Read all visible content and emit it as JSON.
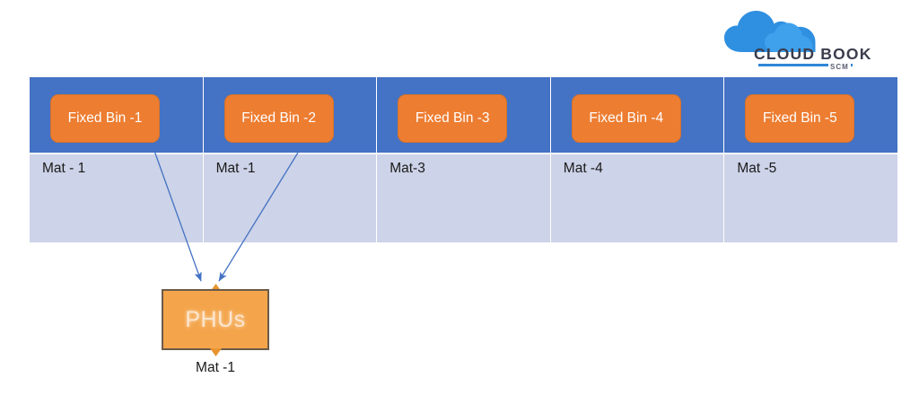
{
  "logo": {
    "name": "CLOUD BOOK",
    "subtitle": "SCM",
    "cloud_color": "#2f8fe0",
    "text_color": "#3a3d4d",
    "rule_color": "#2f86d6"
  },
  "colors": {
    "header_blue": "#4472C4",
    "bin_orange": "#ED7D31",
    "row_lavender": "#CDD3E8",
    "arrow_blue": "#4472C4",
    "phu_orange": "#F4A54C",
    "phu_border": "#6b5b4a"
  },
  "table": {
    "columns": [
      {
        "bin_label": "Fixed Bin -1",
        "material": "Mat - 1"
      },
      {
        "bin_label": "Fixed Bin -2",
        "material": "Mat -1"
      },
      {
        "bin_label": "Fixed Bin -3",
        "material": "Mat-3"
      },
      {
        "bin_label": "Fixed Bin -4",
        "material": "Mat -4"
      },
      {
        "bin_label": "Fixed Bin -5",
        "material": "Mat -5"
      }
    ]
  },
  "phu": {
    "label": "PHUs",
    "caption": "Mat -1"
  },
  "connectors": [
    {
      "from": "Fixed Bin -1",
      "to": "PHUs"
    },
    {
      "from": "Fixed Bin -2",
      "to": "PHUs"
    }
  ]
}
